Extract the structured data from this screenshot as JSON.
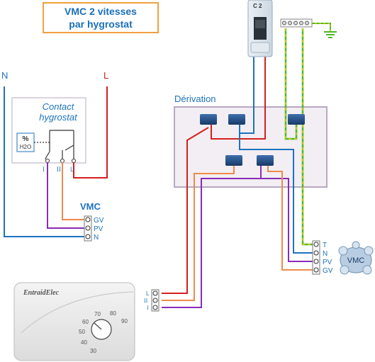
{
  "title": {
    "line1": "VMC 2 vitesses",
    "line2": "par hygrostat"
  },
  "labels": {
    "neutral": "N",
    "line": "L",
    "derivation": "Dérivation",
    "contact_title": "Contact",
    "contact_subtitle": "hygrostat",
    "hygro_percent": "%",
    "hygro_h2o": "H2O",
    "contact_term_1": "I",
    "contact_term_2": "II",
    "contact_term_3": "L",
    "breaker": "C 2"
  },
  "vmc_block": {
    "title": "VMC",
    "terminals": [
      "GV",
      "PV",
      "N"
    ]
  },
  "vmc_unit": {
    "label": "VMC",
    "terminals": [
      "T",
      "N",
      "PV",
      "GV"
    ]
  },
  "hygrostat": {
    "brand": "EntraidElec",
    "terminals": [
      "L",
      "II",
      "I"
    ],
    "scale": [
      "30",
      "40",
      "50",
      "60",
      "70",
      "80",
      "90"
    ]
  },
  "colors": {
    "neutral": "#1e73be",
    "phase": "#d42020",
    "small_speed": "#8a2bb8",
    "large_speed": "#f08a4b",
    "earth": "#4cb82a",
    "earth_dash": "#ffd400",
    "derivation_fill": "#f2eef3",
    "derivation_border": "#b8a8c2",
    "connector": "#1f4f86"
  }
}
